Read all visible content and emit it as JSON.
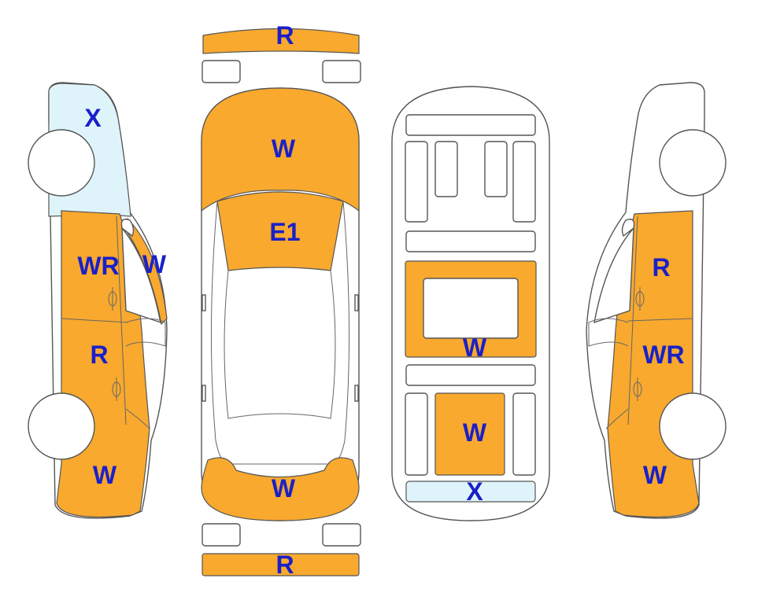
{
  "colors": {
    "damage": "#F8A92E",
    "light": "#DFF4FA",
    "label": "#1A20C8",
    "outline": "#555555"
  },
  "left_view": {
    "roof": "X",
    "rear_door_upper": "WR",
    "rear_window": "W",
    "rear_door_lower": "R",
    "rear_fender": "W"
  },
  "top_view": {
    "rear_bumper": "R",
    "trunk": "W",
    "rear_glass": "E1",
    "hood": "W",
    "front_bumper": "R"
  },
  "interior_view": {
    "middle_panel": "W",
    "lower_panel": "W",
    "bottom_strip": "X"
  },
  "right_view": {
    "rear_door": "R",
    "front_door": "WR",
    "front_fender": "W"
  }
}
